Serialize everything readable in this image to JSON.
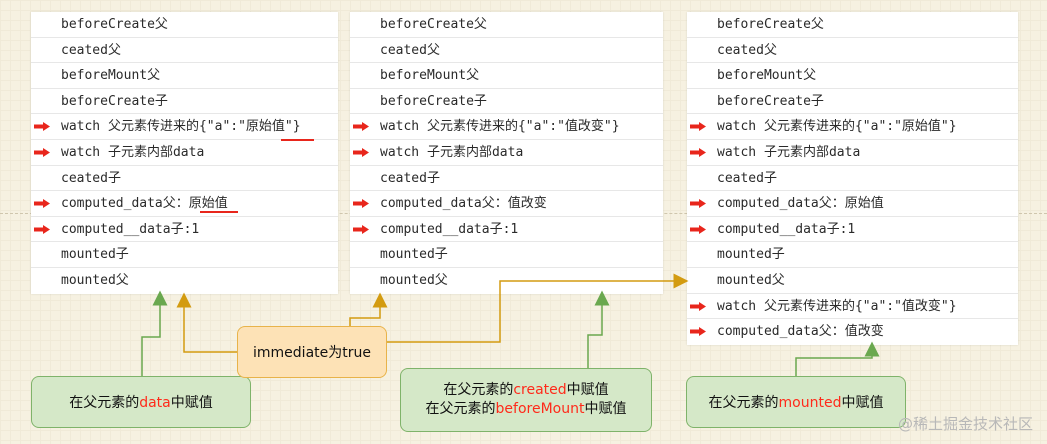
{
  "panels": [
    {
      "rows": [
        {
          "text": "beforeCreate父",
          "marked": false
        },
        {
          "text": "ceated父",
          "marked": false
        },
        {
          "text": "beforeMount父",
          "marked": false
        },
        {
          "text": "beforeCreate子",
          "marked": false
        },
        {
          "text": "watch 父元素传进来的{\"a\":\"原始值\"}",
          "marked": true
        },
        {
          "text": "watch 子元素内部data",
          "marked": true
        },
        {
          "text": "ceated子",
          "marked": false
        },
        {
          "text": "computed_data父：原始值",
          "marked": true
        },
        {
          "text": "computed__data子:1",
          "marked": true
        },
        {
          "text": "mounted子",
          "marked": false
        },
        {
          "text": "mounted父",
          "marked": false
        }
      ]
    },
    {
      "rows": [
        {
          "text": "beforeCreate父",
          "marked": false
        },
        {
          "text": "ceated父",
          "marked": false
        },
        {
          "text": "beforeMount父",
          "marked": false
        },
        {
          "text": "beforeCreate子",
          "marked": false
        },
        {
          "text": "watch 父元素传进来的{\"a\":\"值改变\"}",
          "marked": true
        },
        {
          "text": "watch 子元素内部data",
          "marked": true
        },
        {
          "text": "ceated子",
          "marked": false
        },
        {
          "text": "computed_data父：值改变",
          "marked": true
        },
        {
          "text": "computed__data子:1",
          "marked": true
        },
        {
          "text": "mounted子",
          "marked": false
        },
        {
          "text": "mounted父",
          "marked": false
        }
      ]
    },
    {
      "rows": [
        {
          "text": "beforeCreate父",
          "marked": false
        },
        {
          "text": "ceated父",
          "marked": false
        },
        {
          "text": "beforeMount父",
          "marked": false
        },
        {
          "text": "beforeCreate子",
          "marked": false
        },
        {
          "text": "watch 父元素传进来的{\"a\":\"原始值\"}",
          "marked": true
        },
        {
          "text": "watch 子元素内部data",
          "marked": true
        },
        {
          "text": "ceated子",
          "marked": false
        },
        {
          "text": "computed_data父：原始值",
          "marked": true
        },
        {
          "text": "computed__data子:1",
          "marked": true
        },
        {
          "text": "mounted子",
          "marked": false
        },
        {
          "text": "mounted父",
          "marked": false
        },
        {
          "text": "watch 父元素传进来的{\"a\":\"值改变\"}",
          "marked": true
        },
        {
          "text": "computed_data父：值改变",
          "marked": true
        }
      ]
    }
  ],
  "notes": {
    "n1": {
      "prefix": "在父元素的",
      "hl": "data",
      "suffix": "中赋值"
    },
    "n2": {
      "l1": {
        "prefix": "在父元素的",
        "hl": "created",
        "suffix": "中赋值"
      },
      "l2": {
        "prefix": "在父元素的",
        "hl": "beforeMount",
        "suffix": "中赋值"
      }
    },
    "n3": {
      "prefix": "在父元素的",
      "hl": "mounted",
      "suffix": "中赋值"
    },
    "immediate": "immediate为true"
  },
  "watermark": "@稀土掘金技术社区",
  "colors": {
    "arrow_red": "#e8261c",
    "wire_green": "#6aa84f",
    "wire_orange": "#d39b10",
    "underline": "#e8261c"
  }
}
